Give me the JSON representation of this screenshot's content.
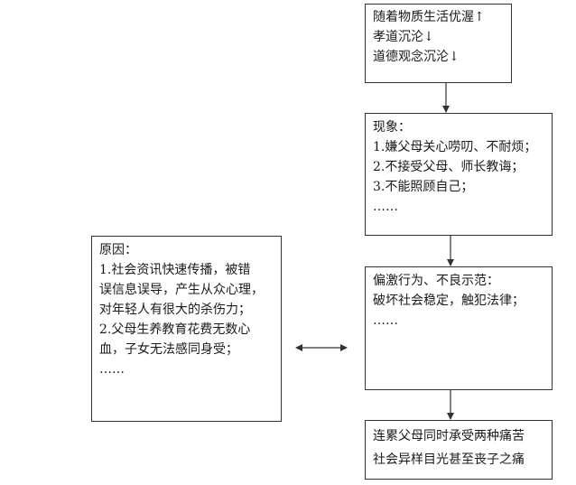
{
  "top_box": {
    "lines": [
      "随着物质生活优渥↑",
      "孝道沉沦↓",
      "道德观念沉沦↓"
    ]
  },
  "phenomenon_box": {
    "lines": [
      "现象：",
      "1.嫌父母关心唠叨、不耐烦；",
      "2.不接受父母、师长教诲；",
      "3.不能照顾自己；",
      "……"
    ]
  },
  "behavior_box": {
    "lines": [
      "偏激行为、不良示范：",
      "破坏社会稳定，触犯法律；",
      "……"
    ]
  },
  "result_box": {
    "lines": [
      "连累父母同时承受两种痛苦",
      "社会异样目光甚至丧子之痛"
    ]
  },
  "cause_box": {
    "lines": [
      "原因：",
      "1.社会资讯快速传播，被错",
      "误信息误导，产生从众心理，",
      "对年轻人有很大的杀伤力；",
      "2.父母生养教育花费无数心",
      "血，子女无法感同身受；",
      "……"
    ]
  }
}
